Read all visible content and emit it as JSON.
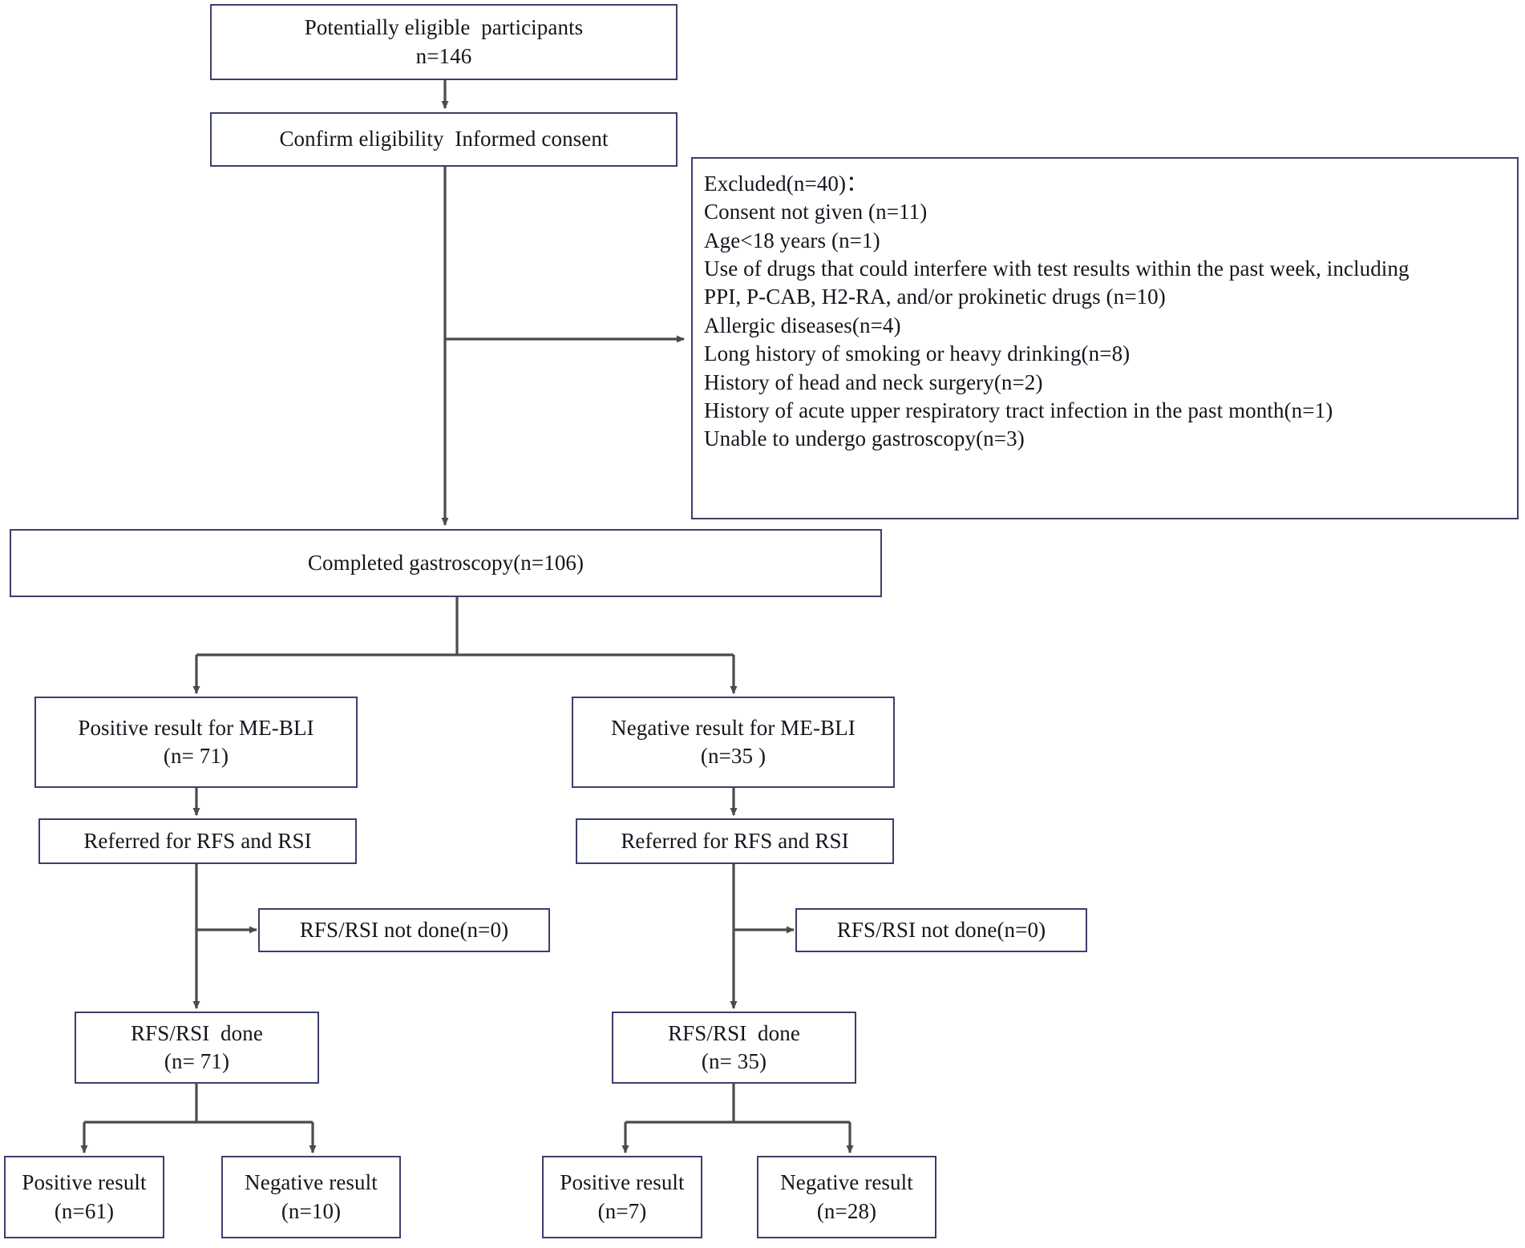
{
  "figure": {
    "type": "flow-diagram",
    "title": "Study participant flow diagram",
    "colors": {
      "box_border": "#3b3f6b",
      "connector": "#4b4b4b",
      "text": "#15161d",
      "background": "#ffffff"
    }
  },
  "nodes": {
    "eligible": {
      "lines": [
        "Potentially eligible  participants",
        "n=146"
      ]
    },
    "consent": {
      "lines": [
        "Confirm eligibility  Informed consent"
      ]
    },
    "excluded": {
      "lines": [
        "Excluded(n=40)：",
        "Consent not given (n=11)",
        "Age<18 years (n=1)",
        "Use of drugs that could interfere with test results within the past week, including",
        "PPI, P-CAB, H2-RA, and/or prokinetic drugs (n=10)",
        "Allergic diseases(n=4)",
        "Long history of smoking or heavy drinking(n=8)",
        "History of head and neck surgery(n=2)",
        "History of acute upper respiratory tract infection in the past month(n=1)",
        "Unable to undergo gastroscopy(n=3)"
      ]
    },
    "completed": {
      "lines": [
        "Completed gastroscopy(n=106)"
      ]
    },
    "mebli_positive": {
      "lines": [
        "Positive result for ME-BLI",
        "(n= 71)"
      ]
    },
    "mebli_negative": {
      "lines": [
        "Negative result for ME-BLI",
        "(n=35 )"
      ]
    },
    "referred_left": {
      "lines": [
        "Referred for RFS and RSI"
      ]
    },
    "referred_right": {
      "lines": [
        "Referred for RFS and RSI"
      ]
    },
    "notdone_left": {
      "lines": [
        "RFS/RSI not done(n=0)"
      ]
    },
    "notdone_right": {
      "lines": [
        "RFS/RSI not done(n=0)"
      ]
    },
    "done_left": {
      "lines": [
        "RFS/RSI  done",
        "(n= 71)"
      ]
    },
    "done_right": {
      "lines": [
        "RFS/RSI  done",
        "(n= 35)"
      ]
    },
    "result_pos_left": {
      "lines": [
        "Positive result",
        "(n=61)"
      ]
    },
    "result_neg_left": {
      "lines": [
        "Negative result",
        "(n=10)"
      ]
    },
    "result_pos_right": {
      "lines": [
        "Positive result",
        "(n=7)"
      ]
    },
    "result_neg_right": {
      "lines": [
        "Negative result",
        "(n=28)"
      ]
    }
  },
  "chart_data": {
    "type": "flowchart",
    "title": "Participant flow: ME-BLI versus RFS/RSI",
    "counts": {
      "potentially_eligible": 146,
      "excluded_total": 40,
      "excluded_reasons": [
        {
          "reason": "Consent not given",
          "n": 11
        },
        {
          "reason": "Age<18 years",
          "n": 1
        },
        {
          "reason": "Use of drugs that could interfere with test results within the past week, including PPI, P-CAB, H2-RA, and/or prokinetic drugs",
          "n": 10
        },
        {
          "reason": "Allergic diseases",
          "n": 4
        },
        {
          "reason": "Long history of smoking or heavy drinking",
          "n": 8
        },
        {
          "reason": "History of head and neck surgery",
          "n": 2
        },
        {
          "reason": "History of acute upper respiratory tract infection in the past month",
          "n": 1
        },
        {
          "reason": "Unable to undergo gastroscopy",
          "n": 3
        }
      ],
      "completed_gastroscopy": 106,
      "mebli_positive": 71,
      "mebli_negative": 35,
      "rfs_rsi_not_done_positive_arm": 0,
      "rfs_rsi_not_done_negative_arm": 0,
      "rfs_rsi_done_positive_arm": 71,
      "rfs_rsi_done_negative_arm": 35,
      "positive_arm_positive_result": 61,
      "positive_arm_negative_result": 10,
      "negative_arm_positive_result": 7,
      "negative_arm_negative_result": 28
    }
  }
}
